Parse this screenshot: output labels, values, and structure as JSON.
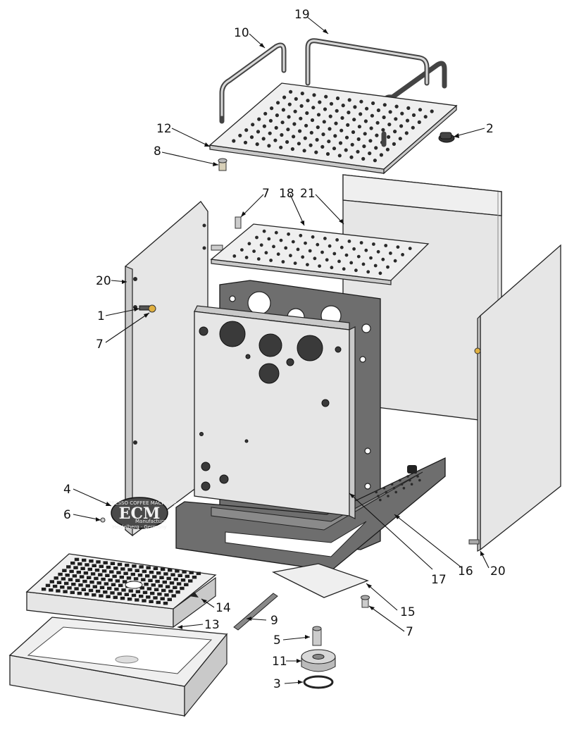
{
  "callouts": [
    {
      "id": "c19",
      "label": "19"
    },
    {
      "id": "c10",
      "label": "10"
    },
    {
      "id": "c2",
      "label": "2"
    },
    {
      "id": "c12",
      "label": "12"
    },
    {
      "id": "c8",
      "label": "8"
    },
    {
      "id": "c7a",
      "label": "7"
    },
    {
      "id": "c18",
      "label": "18"
    },
    {
      "id": "c21",
      "label": "21"
    },
    {
      "id": "c20a",
      "label": "20"
    },
    {
      "id": "c1",
      "label": "1"
    },
    {
      "id": "c7b",
      "label": "7"
    },
    {
      "id": "c4",
      "label": "4"
    },
    {
      "id": "c6",
      "label": "6"
    },
    {
      "id": "c17",
      "label": "17"
    },
    {
      "id": "c16",
      "label": "16"
    },
    {
      "id": "c20b",
      "label": "20"
    },
    {
      "id": "c14",
      "label": "14"
    },
    {
      "id": "c13",
      "label": "13"
    },
    {
      "id": "c9",
      "label": "9"
    },
    {
      "id": "c15",
      "label": "15"
    },
    {
      "id": "c7c",
      "label": "7"
    },
    {
      "id": "c5",
      "label": "5"
    },
    {
      "id": "c11",
      "label": "11"
    },
    {
      "id": "c3",
      "label": "3"
    }
  ],
  "badge": {
    "top_text": "ESPRESSO COFFEE MACHINES",
    "logo": "ECM",
    "sub_text": "Manufacture",
    "bottom_text": "Heidelberg · Germany"
  },
  "colors": {
    "panel": "#e6e6e6",
    "frame": "#6e6e6e",
    "ink": "#111111"
  }
}
